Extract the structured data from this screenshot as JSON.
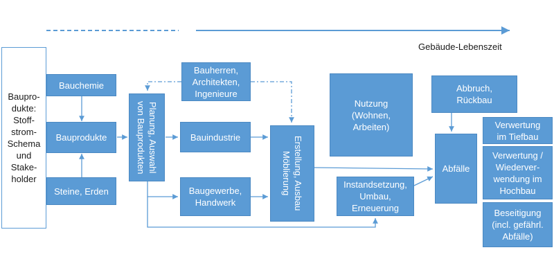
{
  "colors": {
    "box_fill": "#5b9bd5",
    "box_text": "#ffffff",
    "line": "#5b9bd5"
  },
  "timeline": {
    "label": "Gebäude-Lebenszeit"
  },
  "diagram": {
    "title_box": "Baupro-\ndukte:\nStoff-\nstrom-\nSchema\nund\nStake-\nholder",
    "bauchemie": "Bauchemie",
    "bauprodukte": "Bauprodukte",
    "steine_erden": "Steine, Erden",
    "planung": "Planung, Auswahl\nvon Bauprodukten",
    "bauherren": "Bauherren,\nArchitekten,\nIngenieure",
    "bauindustrie": "Bauindustrie",
    "baugewerbe": "Baugewerbe,\nHandwerk",
    "erstellung": "Erstellung, Ausbau\nMöblierung",
    "nutzung": "Nutzung\n(Wohnen,\nArbeiten)",
    "instandsetzung": "Instandsetzung,\nUmbau,\nErneuerung",
    "abbruch": "Abbruch,\nRückbau",
    "abfaelle": "Abfälle",
    "verwertung_tiefbau": "Verwertung\nim Tiefbau",
    "verwertung_hochbau": "Verwertung /\nWiederver-\nwendung im\nHochbau",
    "beseitigung": "Beseitigung\n(incl. gefährl.\nAbfälle)"
  }
}
